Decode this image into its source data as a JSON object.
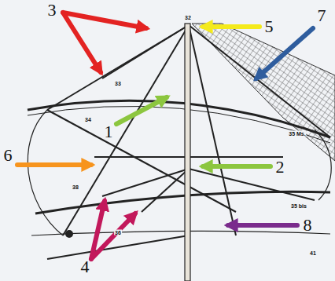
{
  "diagram": {
    "labels": [
      "3",
      "32",
      "5",
      "7",
      "33",
      "1",
      "34",
      "6",
      "2",
      "35 Ms.",
      "38",
      "8",
      "35 bis",
      "36",
      "41",
      "4"
    ]
  }
}
